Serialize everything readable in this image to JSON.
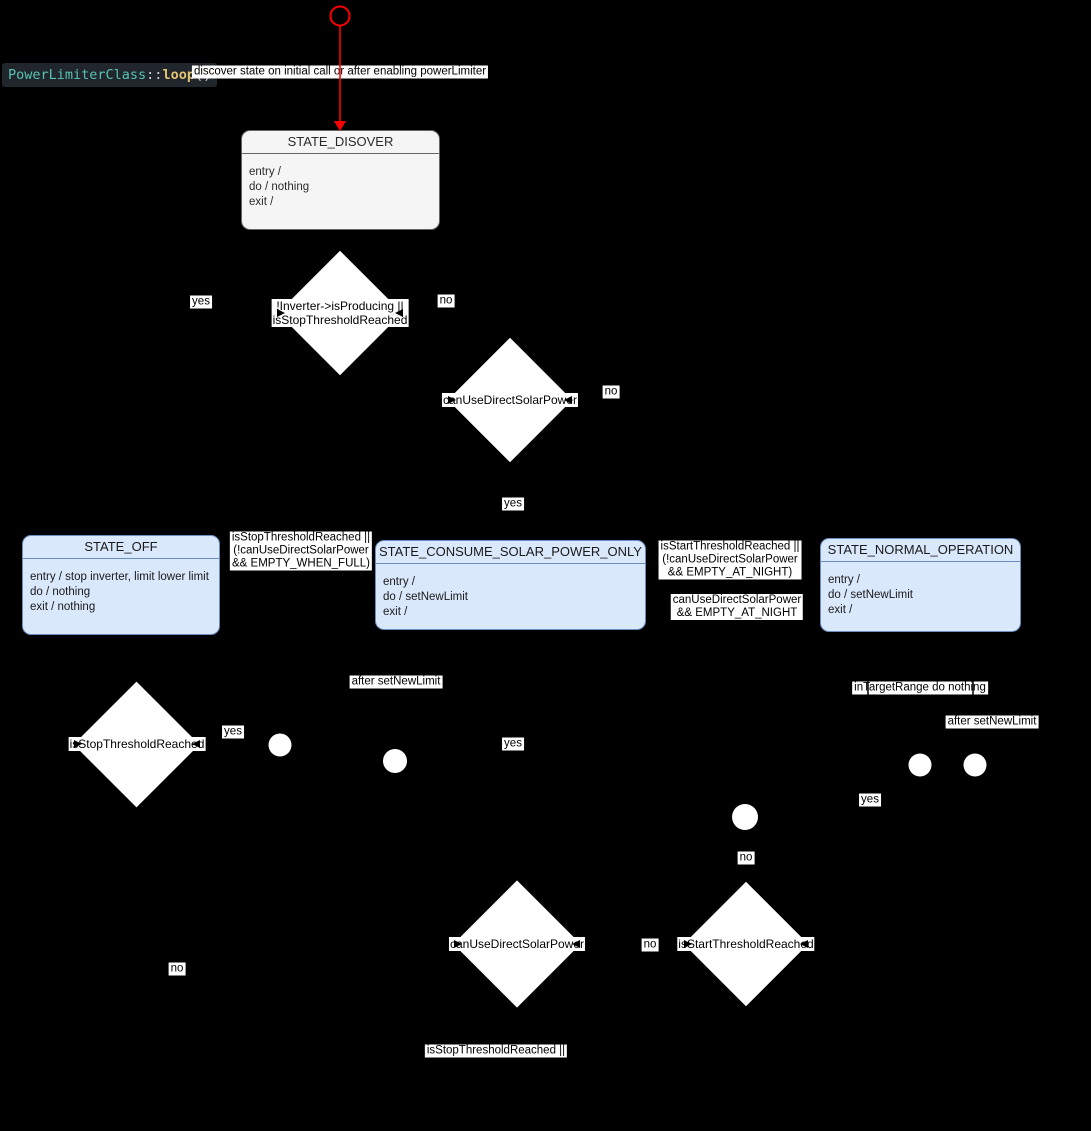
{
  "code_label": {
    "class_name": "PowerLimiterClass",
    "scope_operator": "::",
    "method_name": "loop",
    "parens": "()"
  },
  "states": [
    {
      "title": "STATE_DISOVER",
      "lines": [
        "entry /",
        "do / nothing",
        "exit /"
      ]
    },
    {
      "title": "STATE_OFF",
      "lines": [
        "entry / stop inverter, limit lower limit",
        "do / nothing",
        "exit / nothing"
      ]
    },
    {
      "title": "STATE_CONSUME_SOLAR_POWER_ONLY",
      "lines": [
        "entry /",
        "do / setNewLimit",
        "exit /"
      ]
    },
    {
      "title": "STATE_NORMAL_OPERATION",
      "lines": [
        "entry /",
        "do / setNewLimit",
        "exit /"
      ]
    }
  ],
  "decisions": [
    {
      "label": "!Inverter->isProducing ||\nisStopThresholdReached"
    },
    {
      "label": "canUseDirectSolarPower"
    },
    {
      "label": "isStopThresholdReached"
    },
    {
      "label": "canUseDirectSolarPower"
    },
    {
      "label": "isStartThresholdReached"
    }
  ],
  "edge_labels": {
    "discover_note": "discover state on initial call or after enabling powerLimiter",
    "guard_to_off": "isStopThresholdReached ||\n(!canUseDirectSolarPower\n&& EMPTY_WHEN_FULL)",
    "guard_to_normal": "isStartThresholdReached ||\n(!canUseDirectSolarPower\n&& EMPTY_AT_NIGHT)",
    "guard_to_consume": "canUseDirectSolarPower\n&& EMPTY_AT_NIGHT",
    "after_set_new_limit_left": "after setNewLimit",
    "in_target_range": "inTargetRange do nothing",
    "after_set_new_limit_right": "after setNewLimit",
    "guard_stop_bottom": "isStopThresholdReached ||",
    "yes_d1": "yes",
    "no_d1": "no",
    "no_d2": "no",
    "yes_d2": "yes",
    "yes_d3": "yes",
    "no_d3": "no",
    "yes_consume": "yes",
    "yes_normal": "yes",
    "no_junction": "no",
    "no_d4": "no"
  },
  "colors": {
    "background": "#000000",
    "initial_arrow_red": "#fa0000",
    "state_blue_fill": "#dae8fc",
    "state_blue_stroke": "#6c8ebf",
    "state_gray_fill": "#f5f5f5",
    "state_gray_stroke": "#666666",
    "label_bg": "#ffffff",
    "code_chip_bg": "#21262d",
    "code_class_teal": "#56c2b2",
    "code_method_yellow": "#e3c472"
  }
}
